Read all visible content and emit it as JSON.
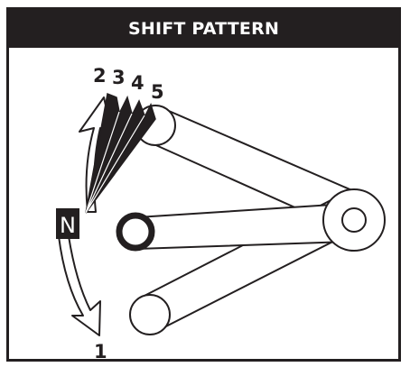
{
  "header": {
    "title": "SHIFT PATTERN"
  },
  "diagram": {
    "gears_up": [
      "2",
      "3",
      "4",
      "5"
    ],
    "neutral": "N",
    "gear_down": "1"
  },
  "colors": {
    "header_bg": "#231f20",
    "header_text": "#ffffff",
    "line": "#231f20",
    "background": "#ffffff"
  },
  "icons": {
    "up_arrow": "curved-arrow-up-icon",
    "down_arrow": "curved-arrow-down-icon",
    "shift_lever": "shift-lever-icon",
    "pivot": "pivot-ring-icon"
  }
}
